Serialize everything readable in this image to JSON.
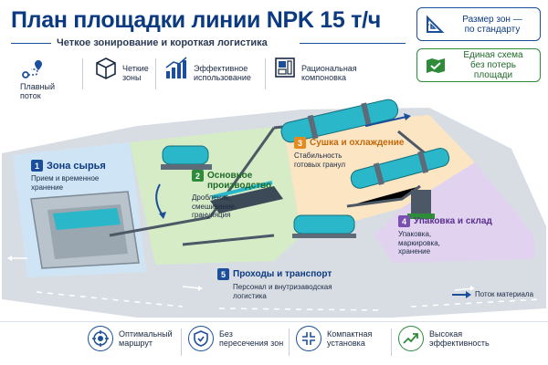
{
  "header": {
    "title": "План площадки линии NPK 15 т/ч",
    "subtitle": "Четкое зонирование и короткая логистика"
  },
  "badges": [
    {
      "text_line1": "Размер зон —",
      "text_line2": "по стандарту",
      "color": "#1b4f9c",
      "icon": "ruler-triangle-icon"
    },
    {
      "text_line1": "Единая схема",
      "text_line2": "без потерь площади",
      "color": "#2e8b3a",
      "icon": "map-check-icon"
    }
  ],
  "features": [
    {
      "line1": "Плавный",
      "line2": "поток",
      "icon": "route-icon"
    },
    {
      "line1": "Четкие",
      "line2": "зоны",
      "icon": "cube-icon"
    },
    {
      "line1": "Эффективное",
      "line2": "использование",
      "icon": "bar-chart-icon"
    },
    {
      "line1": "Рациональная",
      "line2": "компоновка",
      "icon": "layout-icon"
    }
  ],
  "zones": [
    {
      "num": "1",
      "name": "Зона сырья",
      "desc1": "Прием и временное",
      "desc2": "хранение",
      "desc3": "",
      "color": "#1b4f9c"
    },
    {
      "num": "2",
      "name": "Основное",
      "name2": "производство",
      "desc1": "Дробление,",
      "desc2": "смешивание,",
      "desc3": "грануляция",
      "color": "#2e8b3a"
    },
    {
      "num": "3",
      "name": "Сушка и охлаждение",
      "desc1": "Стабильность",
      "desc2": "готовых гранул",
      "desc3": "",
      "color": "#e58a1f"
    },
    {
      "num": "4",
      "name": "Упаковка и склад",
      "desc1": "Упаковка,",
      "desc2": "маркировка,",
      "desc3": "хранение",
      "color": "#7b4fb0"
    },
    {
      "num": "5",
      "name": "Проходы и транспорт",
      "desc1": "Персонал и внутризаводская",
      "desc2": "логистика",
      "desc3": "",
      "color": "#1b4f9c"
    }
  ],
  "legend": {
    "label": "Поток материала",
    "color": "#1b4f9c"
  },
  "bottom": [
    {
      "line1": "Оптимальный",
      "line2": "маршрут",
      "icon": "target-icon"
    },
    {
      "line1": "Без",
      "line2": "пересечения зон",
      "icon": "shield-icon"
    },
    {
      "line1": "Компактная",
      "line2": "установка",
      "icon": "compress-icon"
    },
    {
      "line1": "Высокая",
      "line2": "эффективность",
      "icon": "trend-up-icon"
    }
  ],
  "colors": {
    "primary": "#0b3a82",
    "green": "#2e8b3a",
    "orange": "#e58a1f",
    "purple": "#7b4fb0",
    "equipment": "#2ab7c9"
  }
}
